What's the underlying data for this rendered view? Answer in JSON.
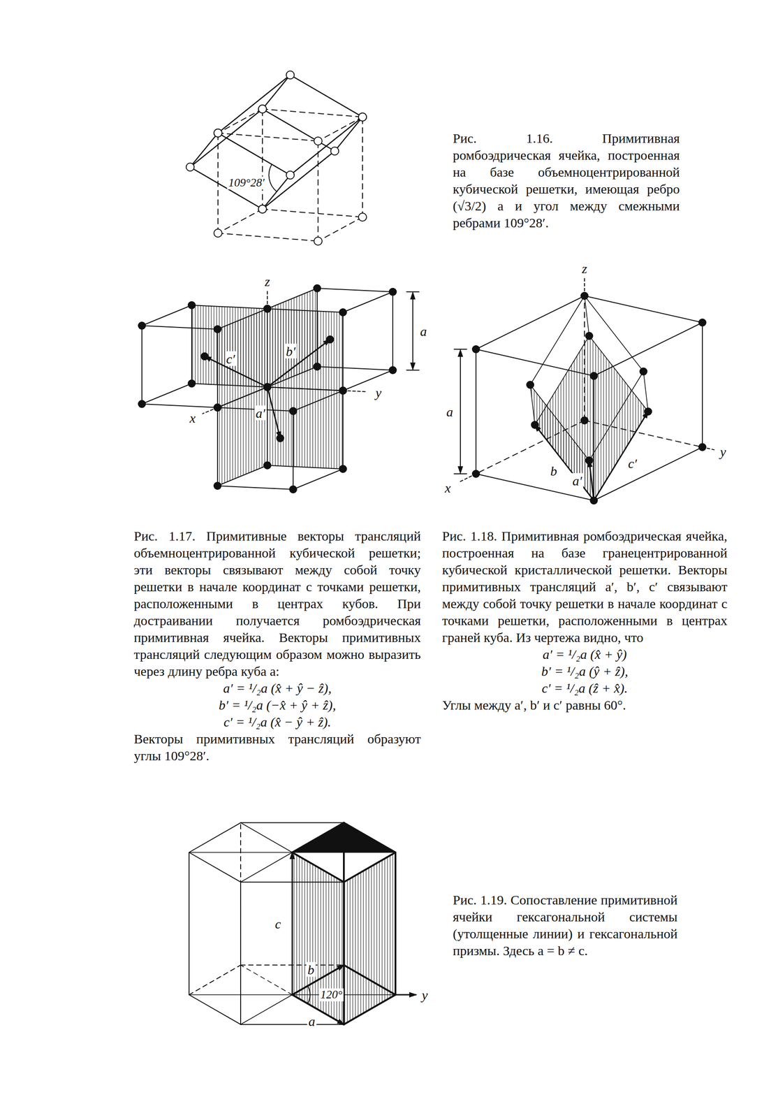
{
  "diagram": {
    "labels": [
      "109°28′",
      "Рис. 1.16. Примитивная ромбоэдрическая ячейка, построенная на базе объемноцентрированной кубической решетки, имеющая ребро (√3/2) a и угол между смежными ребрами 109°28′.",
      "z",
      "a",
      "c′",
      "b′",
      "a′",
      "x",
      "y",
      "Рис. 1.17. Примитивные векторы трансляций объемноцентрированной кубической решетки; эти векторы связывают между собой точку решетки в начале координат с точками решетки, расположенными в центрах кубов. При достраивании получается ромбоэдрическая примитивная ячейка. Векторы примитивных трансляций следующим образом можно выразить через длину ребра куба a:",
      "a′ = ¹/₂a (x̂ + ŷ − ẑ),",
      "b′ = ¹/₂a (−x̂ + ŷ + ẑ),",
      "c′ = ¹/₂a (x̂ − ŷ + ẑ).",
      "Векторы примитивных трансляций образуют углы 109°28′.",
      "z",
      "c′",
      "b",
      "a′",
      "a",
      "x",
      "y",
      "Рис. 1.18. Примитивная ромбоэдрическая ячейка, построенная на базе гранецентрированной кубической кристаллической решетки. Векторы примитивных трансляций a′, b′, c′ связывают между собой точку решетки в начале координат с точками решетки, расположенными в центрах граней куба. Из чертежа видно, что",
      "a′ = ¹/₂a (x̂ + ŷ)",
      "b′ = ¹/₂a (ŷ + ẑ),",
      "c′ = ¹/₂a (ẑ + x̂).",
      "Углы между a′, b′ и c′ равны 60°.",
      "c",
      "b",
      "120°",
      "a",
      "y",
      "Рис. 1.19. Сопоставление примитивной ячейки гексагональной системы (утолщенные линии) и гексагональной призмы. Здесь a = b ≠ c."
    ]
  }
}
